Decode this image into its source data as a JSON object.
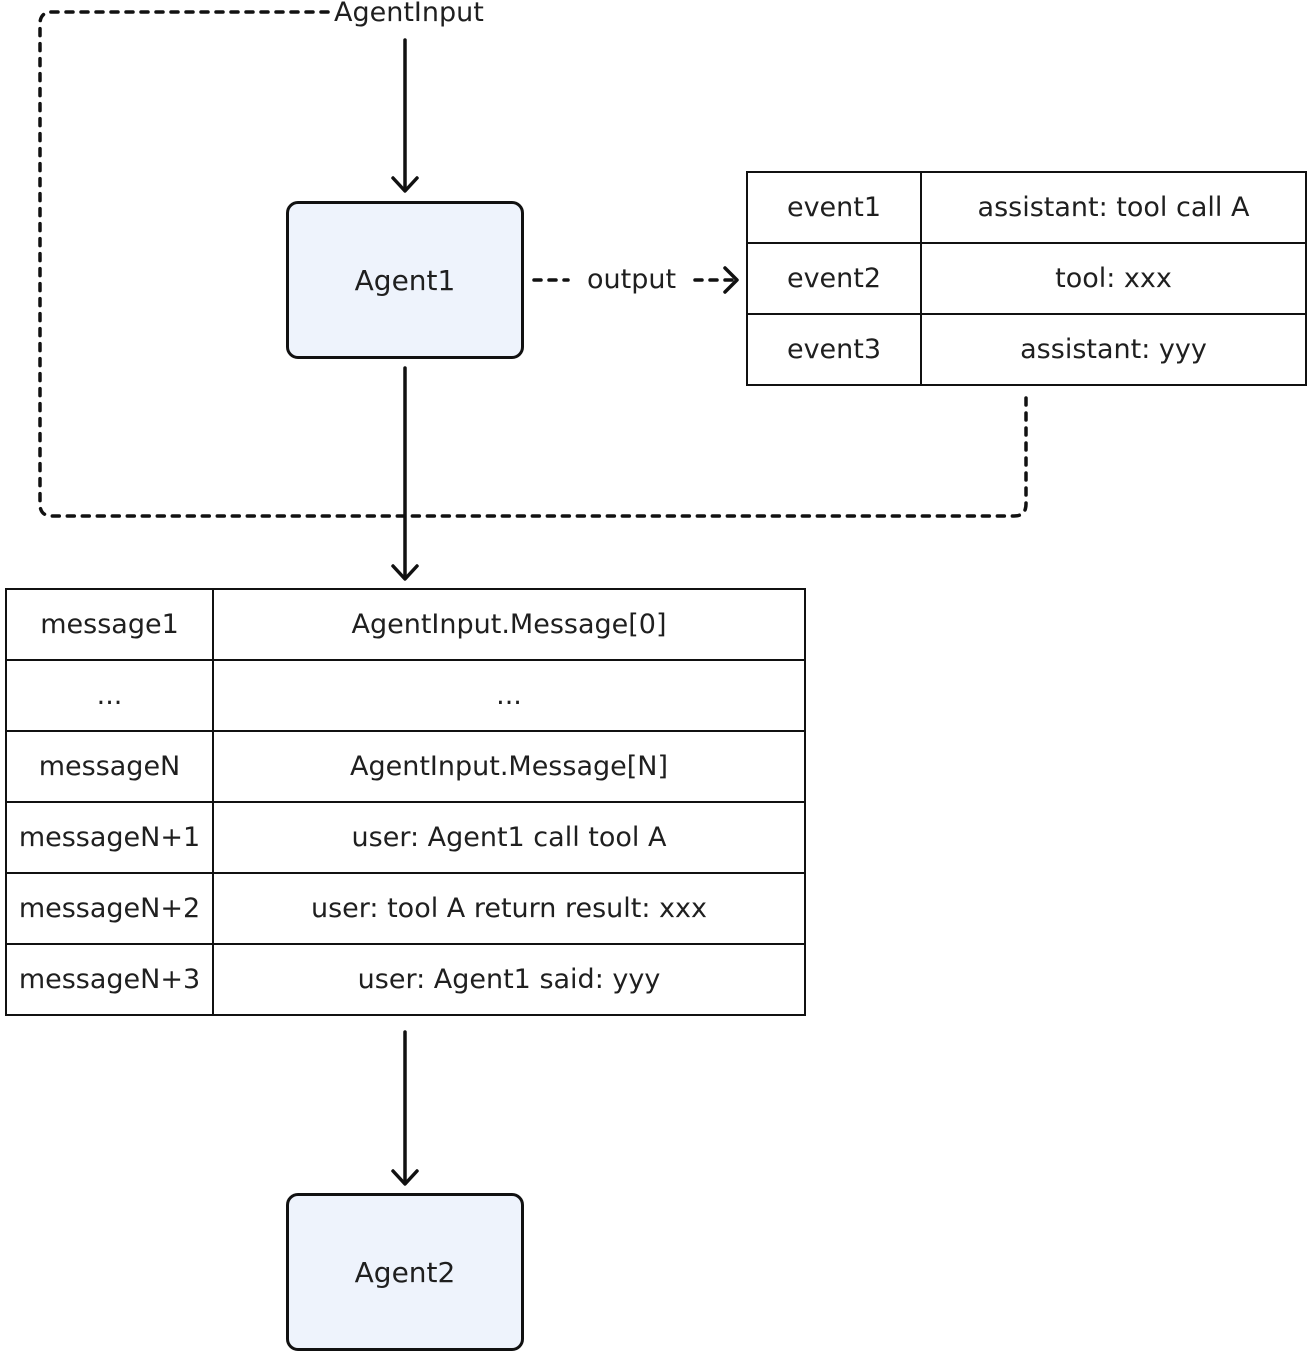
{
  "input_label": "AgentInput",
  "output_label": "output",
  "agents": {
    "first": "Agent1",
    "second": "Agent2"
  },
  "event_table": [
    {
      "event": "event1",
      "content": "assistant: tool call A"
    },
    {
      "event": "event2",
      "content": "tool: xxx"
    },
    {
      "event": "event3",
      "content": "assistant: yyy"
    }
  ],
  "message_table": [
    {
      "message": "message1",
      "content": "AgentInput.Message[0]"
    },
    {
      "message": "...",
      "content": "..."
    },
    {
      "message": "messageN",
      "content": "AgentInput.Message[N]"
    },
    {
      "message": "messageN+1",
      "content": "user: Agent1 call tool A"
    },
    {
      "message": "messageN+2",
      "content": "user: tool A return result: xxx"
    },
    {
      "message": "messageN+3",
      "content": "user: Agent1 said: yyy"
    }
  ],
  "colors": {
    "agent_fill": "#eef3fc",
    "stroke": "#111111"
  }
}
